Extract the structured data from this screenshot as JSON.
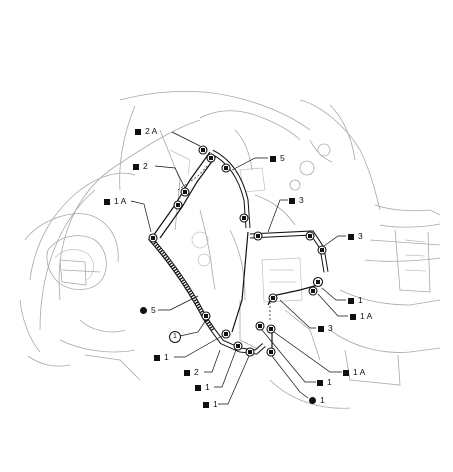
{
  "labels": {
    "lbl_2a": "2 A",
    "lbl_2": "2",
    "lbl_1a_left": "1 A",
    "lbl_5_top": "5",
    "lbl_3_top": "3",
    "lbl_3_right": "3",
    "lbl_1_right": "1",
    "lbl_1a_right": "1 A",
    "lbl_3_low": "3",
    "lbl_5_left": "5",
    "lbl_circle_1": "1",
    "lbl_1_a": "1",
    "lbl_2_low": "2",
    "lbl_1_b": "1",
    "lbl_1_c": "1",
    "lbl_dot_1": "1",
    "lbl_1_d": "1",
    "lbl_1a_low": "1 A"
  },
  "legend_marks": {
    "square_mark": "filled-square-icon",
    "dot_mark": "filled-dot-icon",
    "circle_mark": "circled-number-icon"
  }
}
